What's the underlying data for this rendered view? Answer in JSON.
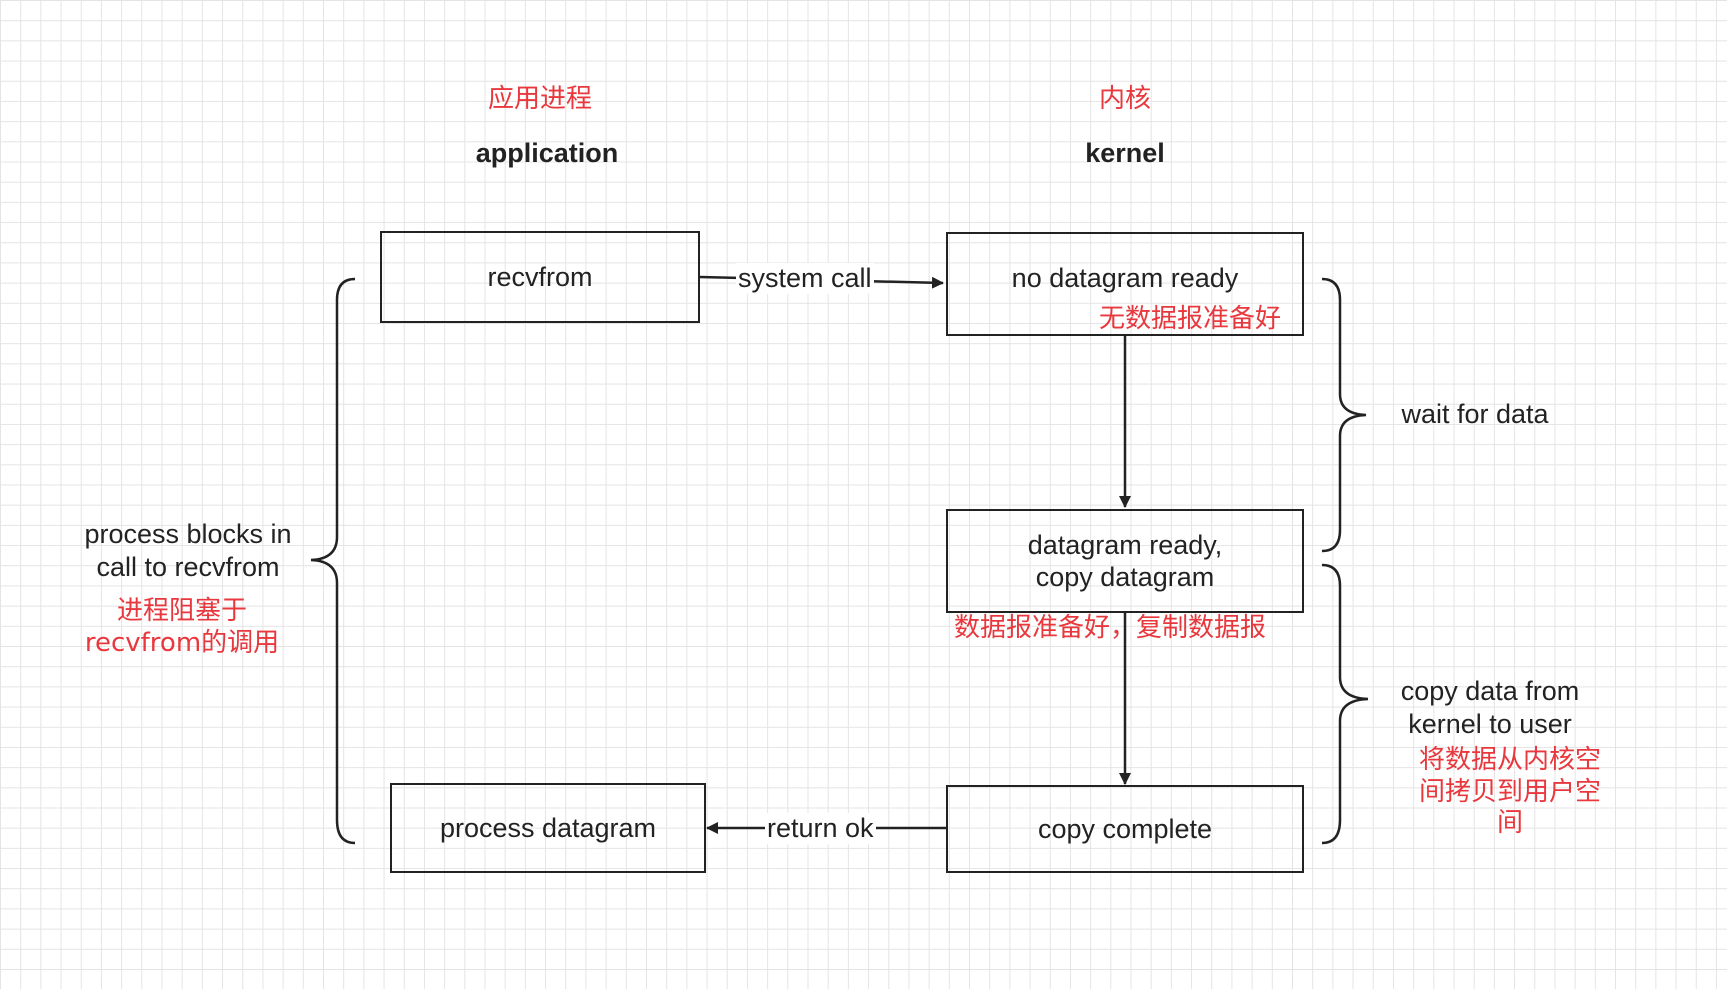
{
  "headers": {
    "application_cn": "应用进程",
    "application_en": "application",
    "kernel_cn": "内核",
    "kernel_en": "kernel"
  },
  "nodes": {
    "recvfrom": "recvfrom",
    "no_datagram": "no datagram ready",
    "no_datagram_cn": "无数据报准备好",
    "datagram_ready": "datagram ready,\ncopy datagram",
    "datagram_ready_cn": "数据报准备好，复制数据报",
    "copy_complete": "copy complete",
    "process_datagram": "process datagram"
  },
  "edges": {
    "system_call": "system call",
    "return_ok": "return ok"
  },
  "annotations": {
    "wait_for_data": "wait for data",
    "copy_data": "copy data from\nkernel to user",
    "copy_data_cn": "将数据从内核空\n间拷贝到用户空\n间",
    "process_blocks": "process blocks in\ncall to recvfrom",
    "process_blocks_cn": "进程阻塞于\nrecvfrom的调用"
  }
}
